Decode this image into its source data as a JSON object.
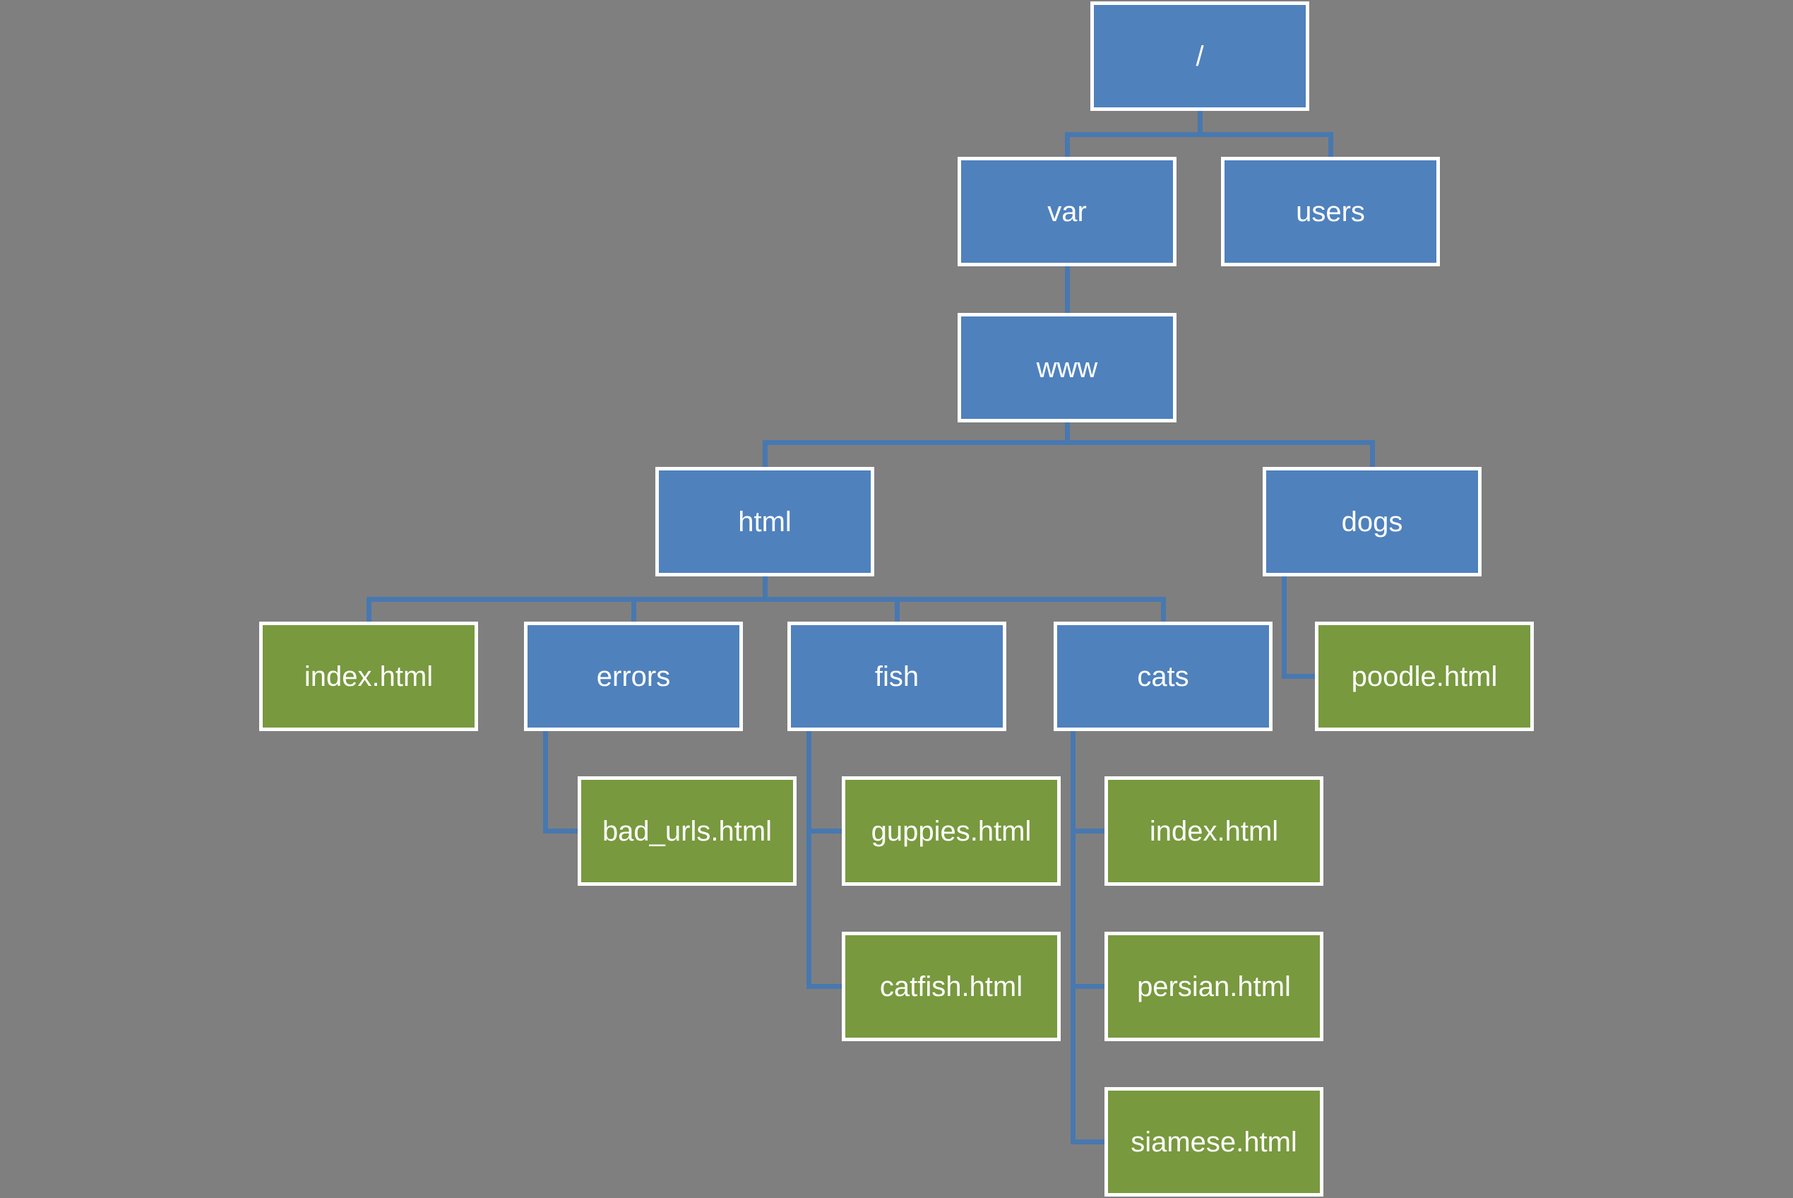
{
  "diagram": {
    "type": "tree",
    "description": "File system hierarchy diagram"
  },
  "nodes": [
    {
      "id": "root",
      "label": "/",
      "kind": "directory"
    },
    {
      "id": "var",
      "label": "var",
      "kind": "directory"
    },
    {
      "id": "users",
      "label": "users",
      "kind": "directory"
    },
    {
      "id": "www",
      "label": "www",
      "kind": "directory"
    },
    {
      "id": "html",
      "label": "html",
      "kind": "directory"
    },
    {
      "id": "dogs",
      "label": "dogs",
      "kind": "directory"
    },
    {
      "id": "index_html",
      "label": "index.html",
      "kind": "file"
    },
    {
      "id": "errors",
      "label": "errors",
      "kind": "directory"
    },
    {
      "id": "fish",
      "label": "fish",
      "kind": "directory"
    },
    {
      "id": "cats",
      "label": "cats",
      "kind": "directory"
    },
    {
      "id": "poodle_html",
      "label": "poodle.html",
      "kind": "file"
    },
    {
      "id": "bad_urls_html",
      "label": "bad_urls.html",
      "kind": "file"
    },
    {
      "id": "guppies_html",
      "label": "guppies.html",
      "kind": "file"
    },
    {
      "id": "catfish_html",
      "label": "catfish.html",
      "kind": "file"
    },
    {
      "id": "cats_index_html",
      "label": "index.html",
      "kind": "file"
    },
    {
      "id": "persian_html",
      "label": "persian.html",
      "kind": "file"
    },
    {
      "id": "siamese_html",
      "label": "siamese.html",
      "kind": "file"
    }
  ],
  "edges": [
    {
      "parent": "root",
      "child": "var"
    },
    {
      "parent": "root",
      "child": "users"
    },
    {
      "parent": "var",
      "child": "www"
    },
    {
      "parent": "www",
      "child": "html"
    },
    {
      "parent": "www",
      "child": "dogs"
    },
    {
      "parent": "html",
      "child": "index_html"
    },
    {
      "parent": "html",
      "child": "errors"
    },
    {
      "parent": "html",
      "child": "fish"
    },
    {
      "parent": "html",
      "child": "cats"
    },
    {
      "parent": "errors",
      "child": "bad_urls_html"
    },
    {
      "parent": "fish",
      "child": "guppies_html"
    },
    {
      "parent": "fish",
      "child": "catfish_html"
    },
    {
      "parent": "cats",
      "child": "cats_index_html"
    },
    {
      "parent": "cats",
      "child": "persian_html"
    },
    {
      "parent": "cats",
      "child": "siamese_html"
    },
    {
      "parent": "dogs",
      "child": "poodle_html"
    }
  ],
  "colors": {
    "directory_fill": "#4F81BD",
    "file_fill": "#78993E",
    "connector": "#4878B0",
    "box_border": "#FFFFFF",
    "background": "#7F7F7F",
    "text": "#FFFFFF"
  }
}
